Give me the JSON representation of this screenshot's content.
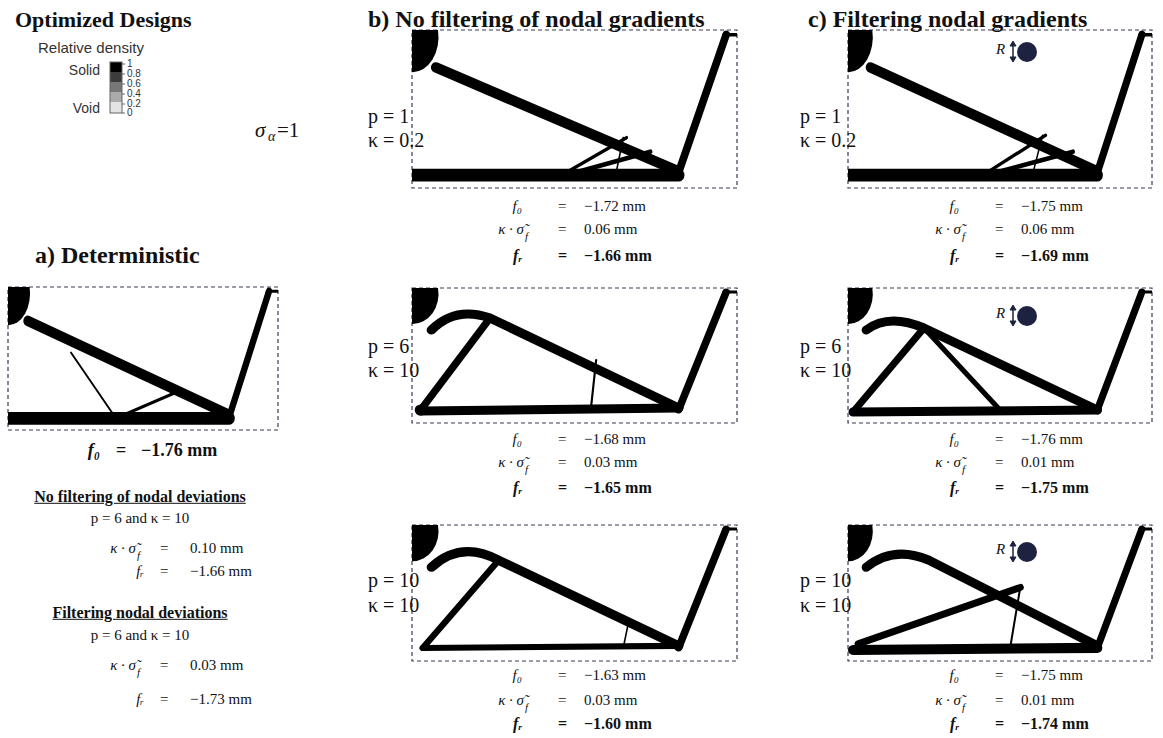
{
  "diagram": {
    "title": "Optimized Designs",
    "labels": [
      "Relative density",
      "Solid",
      "Void",
      "1",
      "0.8",
      "0.6",
      "0.4",
      "0.2",
      "0",
      "σ",
      "α",
      "=1",
      "a) Deterministic",
      "f₀",
      "=",
      "−1.76 mm",
      "No filtering of nodal deviations",
      "p = 6  and  κ = 10",
      "κ · σ̃",
      "f",
      "=",
      "0.10 mm",
      "fᵣ",
      "=",
      "−1.66 mm",
      "Filtering nodal deviations",
      "p = 6  and  κ = 10",
      "κ · σ̃",
      "f",
      "=",
      "0.03 mm",
      "fᵣ",
      "=",
      "−1.73 mm",
      "b) No filtering of nodal gradients",
      "c) Filtering nodal gradients",
      "p = 1",
      "κ = 0.2",
      "f₀",
      "=",
      "−1.72 mm",
      "κ · σ̃",
      "f",
      "=",
      "0.06 mm",
      "fᵣ",
      "=",
      "−1.66 mm",
      "p = 6",
      "κ = 10",
      "f₀",
      "=",
      "−1.68 mm",
      "κ · σ̃",
      "f",
      "=",
      "0.03 mm",
      "fᵣ",
      "=",
      "−1.65 mm",
      "p = 10",
      "κ = 10",
      "f₀",
      "=",
      "−1.63 mm",
      "κ · σ̃",
      "f",
      "=",
      "0.03 mm",
      "fᵣ",
      "=",
      "−1.60 mm",
      "p = 1",
      "κ = 0.2",
      "f₀",
      "=",
      "−1.75 mm",
      "κ · σ̃",
      "f",
      "=",
      "0.06 mm",
      "fᵣ",
      "=",
      "−1.69 mm",
      "R",
      "p = 6",
      "κ = 10",
      "f₀",
      "=",
      "−1.76 mm",
      "κ · σ̃",
      "f",
      "=",
      "0.01 mm",
      "fᵣ",
      "=",
      "−1.75 mm",
      "R",
      "p = 10",
      "κ = 10",
      "f₀",
      "=",
      "−1.75 mm",
      "κ · σ̃",
      "f",
      "=",
      "0.01 mm",
      "fᵣ",
      "=",
      "−1.74 mm",
      "R"
    ]
  }
}
